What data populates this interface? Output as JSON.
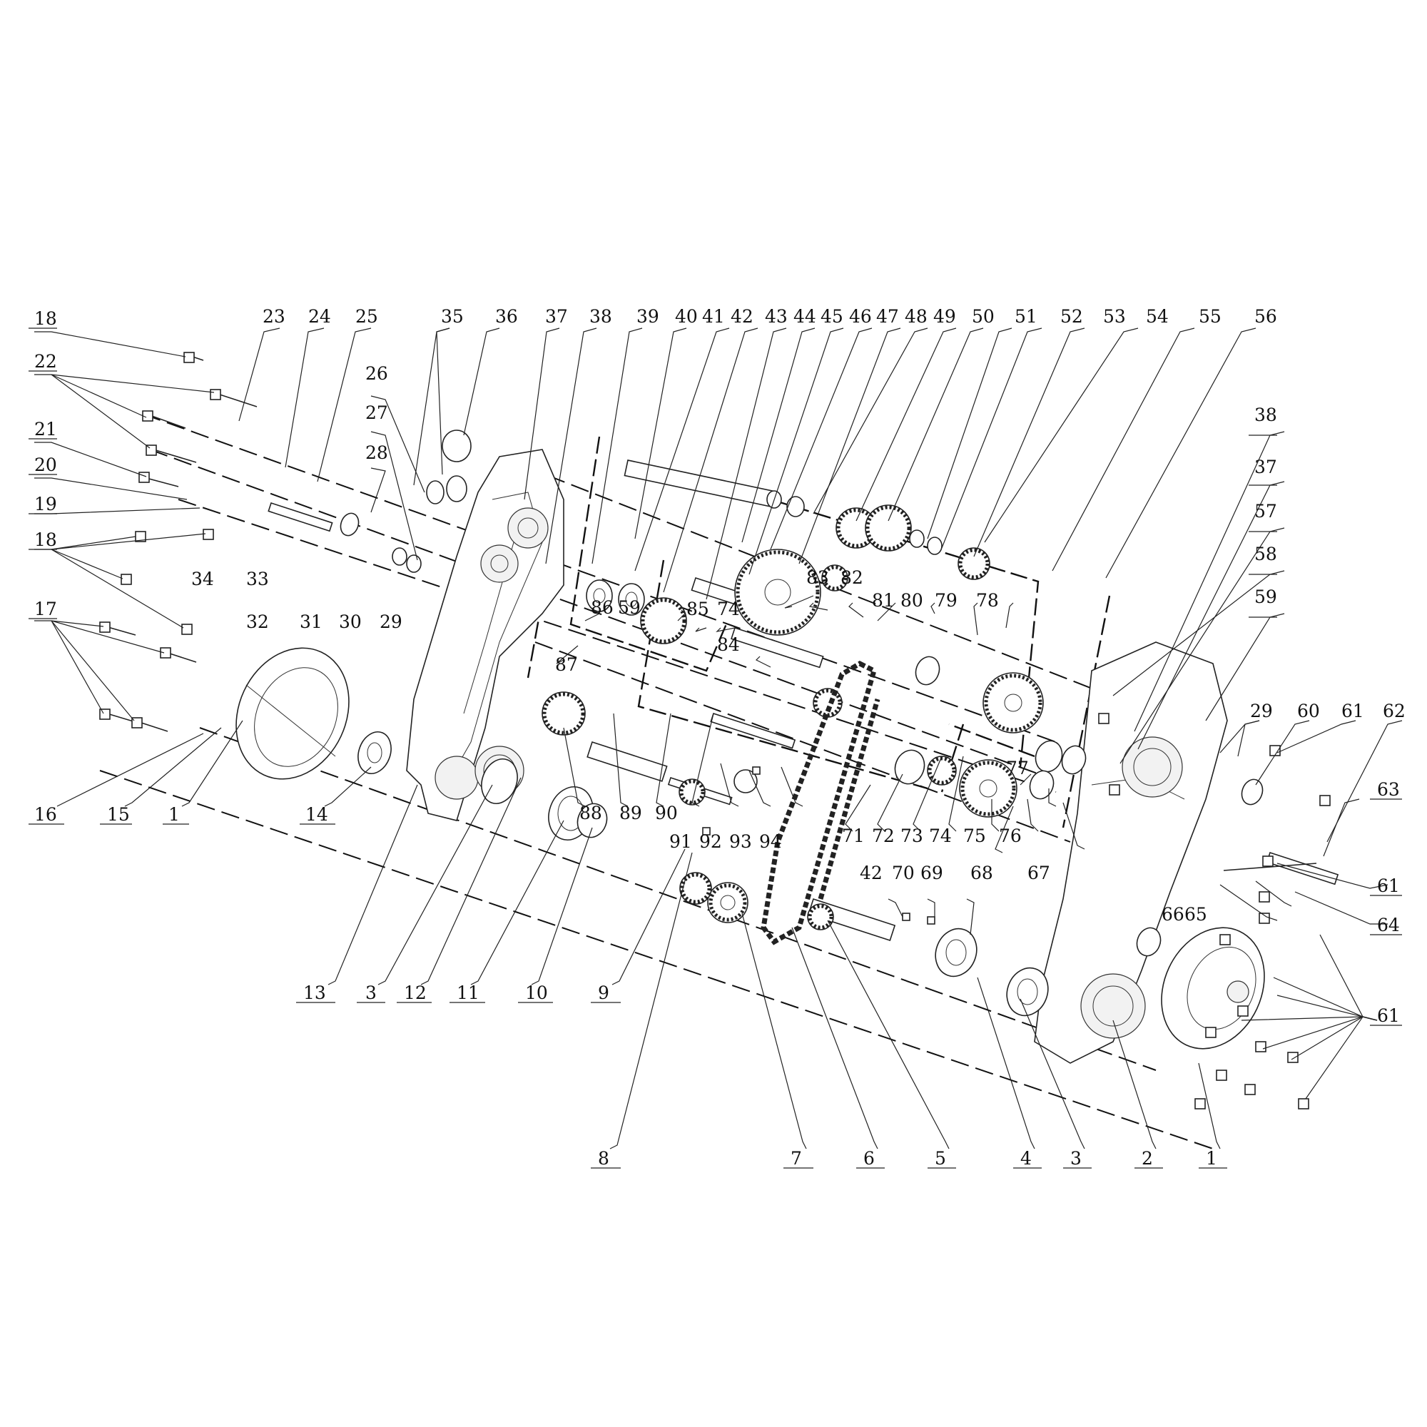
{
  "diagram": {
    "callouts": [
      "18",
      "22",
      "21",
      "20",
      "19",
      "18",
      "17",
      "23",
      "24",
      "25",
      "26",
      "27",
      "28",
      "34",
      "33",
      "32",
      "31",
      "30",
      "29",
      "35",
      "36",
      "37",
      "38",
      "39",
      "40",
      "41",
      "42",
      "43",
      "44",
      "45",
      "46",
      "47",
      "48",
      "49",
      "50",
      "51",
      "52",
      "53",
      "54",
      "55",
      "56",
      "38",
      "37",
      "57",
      "58",
      "59",
      "29",
      "60",
      "61",
      "62",
      "63",
      "61",
      "64",
      "61",
      "86",
      "59",
      "85",
      "74",
      "84",
      "83",
      "82",
      "81",
      "80",
      "79",
      "78",
      "87",
      "88",
      "89",
      "90",
      "91",
      "92",
      "93",
      "94",
      "71",
      "72",
      "73",
      "74",
      "75",
      "76",
      "77",
      "67",
      "68",
      "65",
      "66",
      "16",
      "15",
      "1",
      "14",
      "13",
      "3",
      "12",
      "11",
      "10",
      "9",
      "42",
      "70",
      "69",
      "8",
      "7",
      "6",
      "5",
      "4",
      "3",
      "2",
      "1"
    ]
  }
}
